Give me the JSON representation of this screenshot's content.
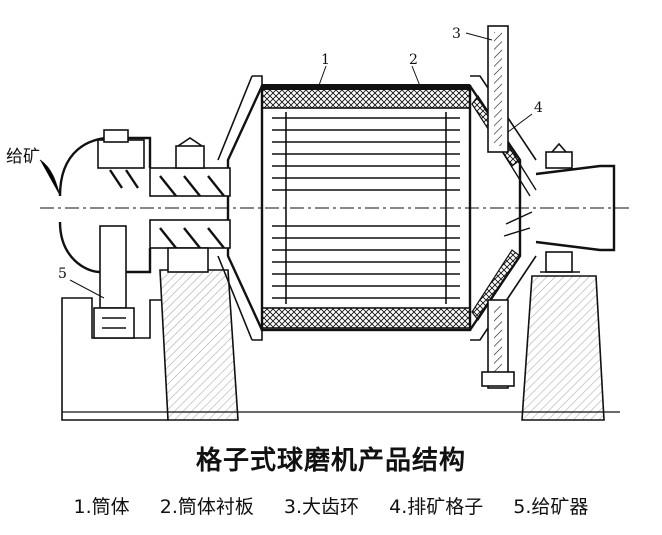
{
  "diagram": {
    "callouts": {
      "feed": "给矿",
      "n1": "1",
      "n2": "2",
      "n3": "3",
      "n4": "4",
      "n5": "5"
    }
  },
  "title": "格子式球磨机产品结构",
  "legend": [
    "1.筒体",
    "2.筒体衬板",
    "3.大齿环",
    "4.排矿格子",
    "5.给矿器"
  ]
}
